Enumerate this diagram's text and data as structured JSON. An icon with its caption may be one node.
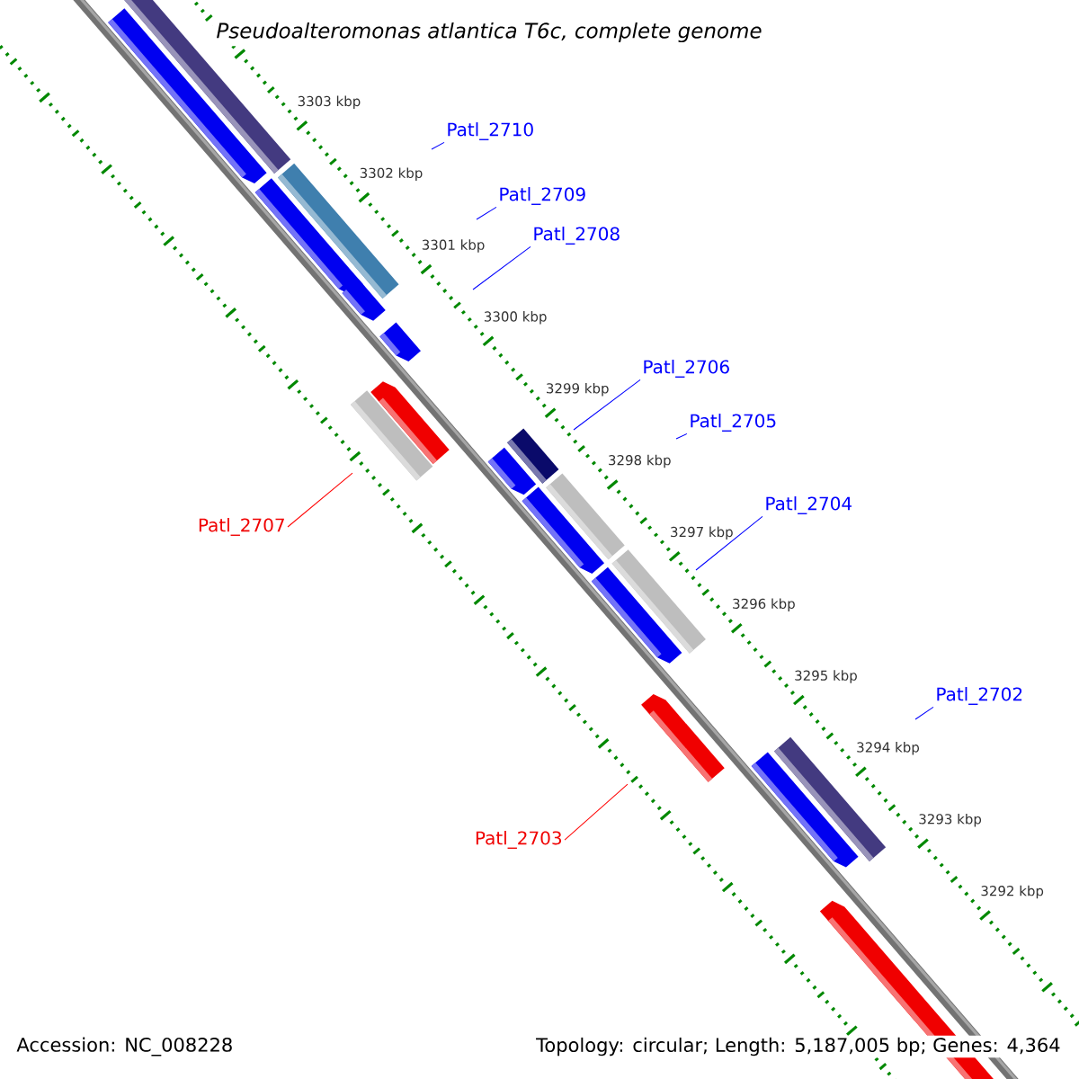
{
  "diagram": {
    "title": "Pseudoalteromonas atlantica T6c, complete genome",
    "nodes": [
      {
        "text": [
          "Patl_2710"
        ]
      },
      {
        "text": [
          "Patl_2709"
        ]
      },
      {
        "text": [
          "Patl_2708"
        ]
      },
      {
        "text": [
          "Patl_2706"
        ]
      },
      {
        "text": [
          "Patl_2705"
        ]
      },
      {
        "text": [
          "Patl_2704"
        ]
      },
      {
        "text": [
          "Patl_2707"
        ]
      },
      {
        "text": [
          "Patl_2702"
        ]
      },
      {
        "text": [
          "Patl_2703"
        ]
      }
    ],
    "edges": [
      {
        "from": 0,
        "to": null,
        "arrow": "none"
      },
      {
        "from": 1,
        "to": null,
        "arrow": "none"
      },
      {
        "from": 2,
        "to": null,
        "arrow": "none"
      },
      {
        "from": 3,
        "to": null,
        "arrow": "none"
      },
      {
        "from": 4,
        "to": null,
        "arrow": "none"
      },
      {
        "from": 5,
        "to": null,
        "arrow": "none"
      },
      {
        "from": 6,
        "to": null,
        "arrow": "none",
        "color": "#ff0000"
      },
      {
        "from": 7,
        "to": null,
        "arrow": "none"
      },
      {
        "from": 8,
        "to": null,
        "arrow": "none",
        "color": "#ff0000"
      }
    ],
    "labels": [
      "3303 kbp",
      "3302 kbp",
      "3301 kbp",
      "3300 kbp",
      "3299 kbp",
      "3298 kbp",
      "3297 kbp",
      "3296 kbp",
      "3295 kbp",
      "3294 kbp",
      "3293 kbp",
      "3292 kbp",
      "Accession: NC_008228",
      "Topology: circular; Length: 5,187,005 bp; Genes: 4,364"
    ]
  }
}
